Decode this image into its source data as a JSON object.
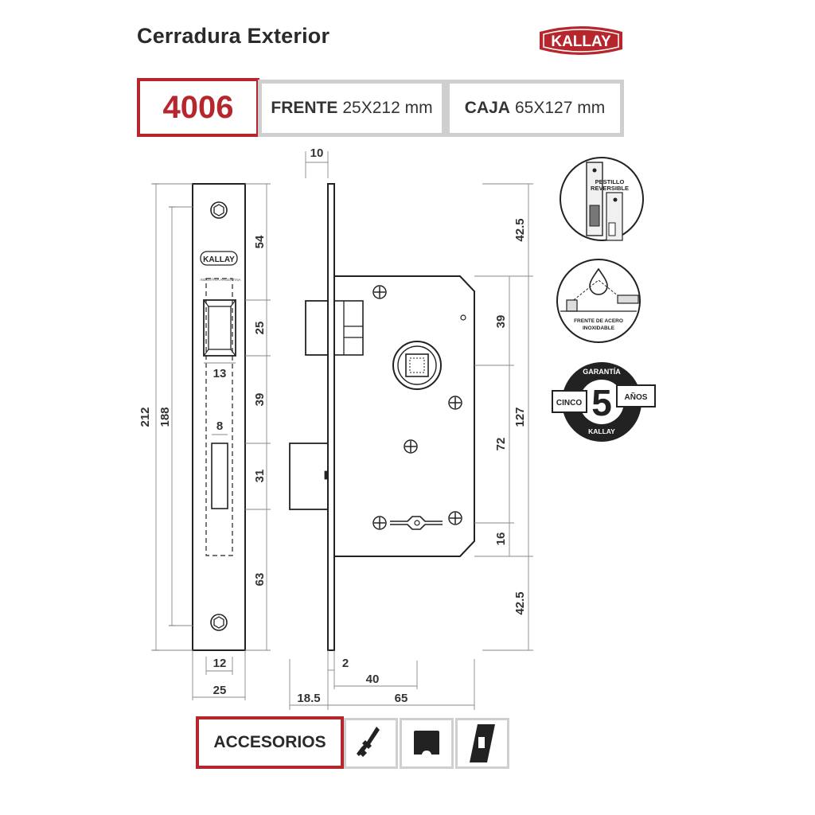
{
  "header": {
    "title": "Cerradura Exterior",
    "brand": "KALLAY"
  },
  "spec": {
    "model": "4006",
    "frente_label": "FRENTE",
    "frente_value": "25X212 mm",
    "caja_label": "CAJA",
    "caja_value": "65X127 mm"
  },
  "faceplate": {
    "brand_mark": "KALLAY",
    "origin_text": "INDUSTRIA ARGENTINA",
    "dims": {
      "total_height": "212",
      "inner_height": "188",
      "top": "54",
      "latch": "25",
      "gap": "39",
      "bolt": "31",
      "bottom": "63",
      "latch_width": "13",
      "bolt_width": "8",
      "inner_width": "12",
      "width": "25"
    }
  },
  "body": {
    "dims": {
      "plate_thickness": "10",
      "top_offset": "42.5",
      "box_height": "127",
      "latch_offset": "39",
      "handle_key": "72",
      "key_bottom": "16",
      "bottom_offset": "42.5",
      "plate_gap": "2",
      "backset": "40",
      "projection": "18.5",
      "depth": "65"
    }
  },
  "features": [
    {
      "name": "pestillo",
      "label_1": "PESTILLO",
      "label_2": "REVERSIBLE"
    },
    {
      "name": "acero",
      "label_1": "FRENTE DE ACERO",
      "label_2": "INOXIDABLE"
    },
    {
      "name": "garantia",
      "top_text": "GARANTÍA",
      "left_text": "CINCO",
      "number": "5",
      "right_text": "AÑOS",
      "bottom_text": "KALLAY"
    }
  ],
  "accessories": {
    "label": "ACCESORIOS",
    "items": [
      "key-icon",
      "strike-plate-icon",
      "bolt-strike-icon"
    ]
  },
  "colors": {
    "accent": "#b5272d",
    "border_gray": "#cfcfcf",
    "line": "#222222"
  }
}
